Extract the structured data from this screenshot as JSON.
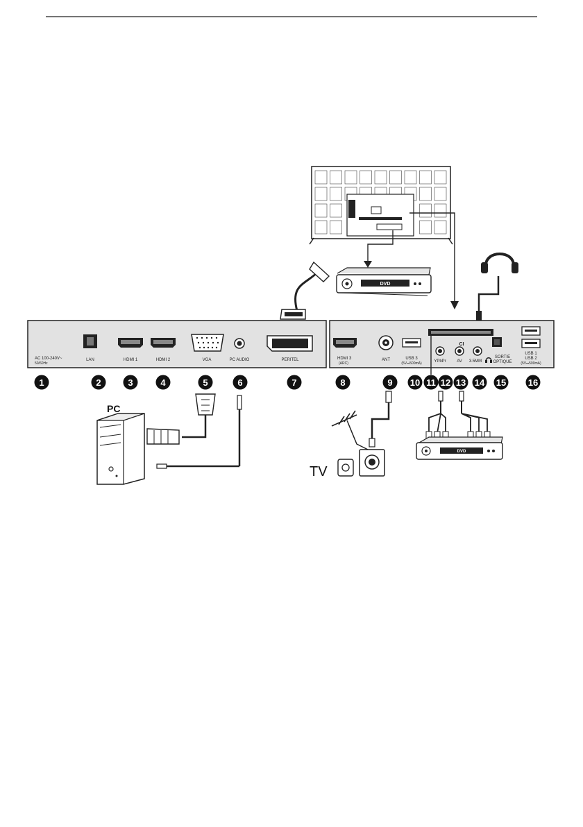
{
  "diagram": {
    "left_panel": {
      "ports": [
        {
          "id": 1,
          "label": "AC 100-240V~",
          "sublabel": "50/60Hz"
        },
        {
          "id": 2,
          "label": "LAN"
        },
        {
          "id": 3,
          "label": "HDMI 1"
        },
        {
          "id": 4,
          "label": "HDMI 2"
        },
        {
          "id": 5,
          "label": "VGA"
        },
        {
          "id": 6,
          "label": "PC AUDIO"
        },
        {
          "id": 7,
          "label": "PERITEL"
        }
      ]
    },
    "right_panel": {
      "ci_label": "CI",
      "ports": [
        {
          "id": 8,
          "label": "HDMI 3",
          "sublabel": "(ARC)"
        },
        {
          "id": 9,
          "label": "ANT"
        },
        {
          "id": 10,
          "label": "USB 3",
          "sublabel": "(5V⎓500mA)"
        },
        {
          "id": 11,
          "label": ""
        },
        {
          "id": 12,
          "label": "YPbPr"
        },
        {
          "id": 13,
          "label": "AV"
        },
        {
          "id": 14,
          "label": "3.5MM"
        },
        {
          "id": 15,
          "label": "SORTIE",
          "sublabel": "OPTIQUE"
        },
        {
          "id": 16,
          "label": "USB 1",
          "label2": "USB 2",
          "sublabel": "(5V⎓500mA)"
        }
      ]
    },
    "devices": {
      "pc_label": "PC",
      "tv_label": "TV",
      "dvd_label": "DVD"
    }
  }
}
